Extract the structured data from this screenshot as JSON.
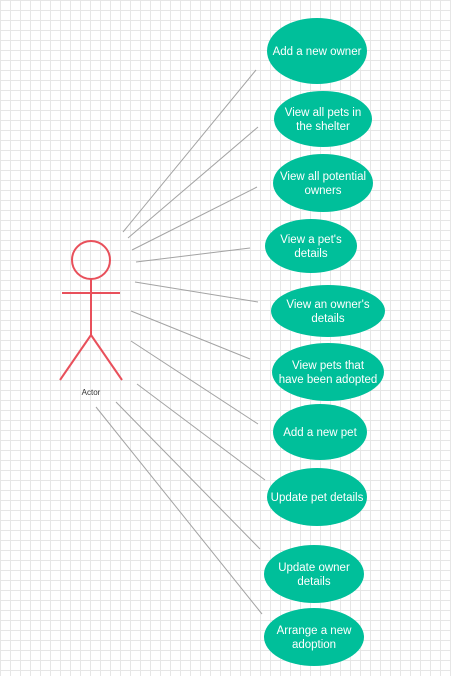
{
  "diagram": {
    "actor": {
      "label": "Actor",
      "icon": "stick-figure-icon",
      "color": "#e8505b"
    },
    "use_case_color": "#00bf9a",
    "connector_color": "#a3a3a3",
    "use_cases": [
      {
        "id": "add-owner",
        "lines": [
          "Add a new owner"
        ]
      },
      {
        "id": "view-all-pets",
        "lines": [
          "View all pets in",
          "the shelter"
        ]
      },
      {
        "id": "view-potential-owners",
        "lines": [
          "View all potential",
          "owners"
        ]
      },
      {
        "id": "view-pet-details",
        "lines": [
          "View a pet's",
          "details"
        ]
      },
      {
        "id": "view-owner-details",
        "lines": [
          "View an owner's",
          "details"
        ]
      },
      {
        "id": "view-adopted-pets",
        "lines": [
          "View pets that",
          "have been adopted"
        ]
      },
      {
        "id": "add-pet",
        "lines": [
          "Add a new pet"
        ]
      },
      {
        "id": "update-pet",
        "lines": [
          "Update pet details"
        ]
      },
      {
        "id": "update-owner",
        "lines": [
          "Update owner",
          "details"
        ]
      },
      {
        "id": "arrange-adoption",
        "lines": [
          "Arrange a new",
          "adoption"
        ]
      }
    ]
  }
}
